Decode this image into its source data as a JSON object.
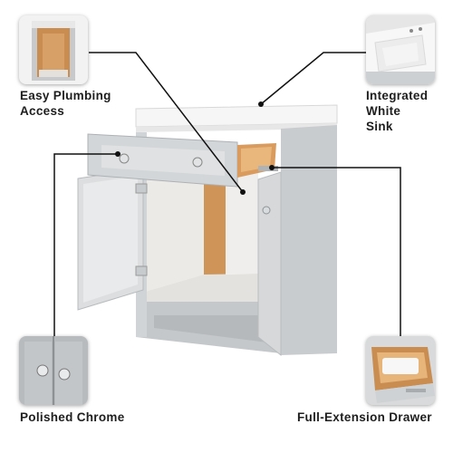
{
  "features": {
    "easy_plumbing": {
      "line1": "Easy Plumbing",
      "line2": "Access"
    },
    "integrated_sink": {
      "line1": "Integrated",
      "line2": "White",
      "line3": "Sink"
    },
    "polished_chrome": {
      "label": "Polished Chrome"
    },
    "full_extension": {
      "label": "Full-Extension Drawer"
    }
  },
  "colors": {
    "vanity_gray": "#cfd2d4",
    "sink_white": "#f4f4f4",
    "wood": "#d49a5a",
    "chrome": "#bfc3c6",
    "text": "#1e1e1e"
  }
}
